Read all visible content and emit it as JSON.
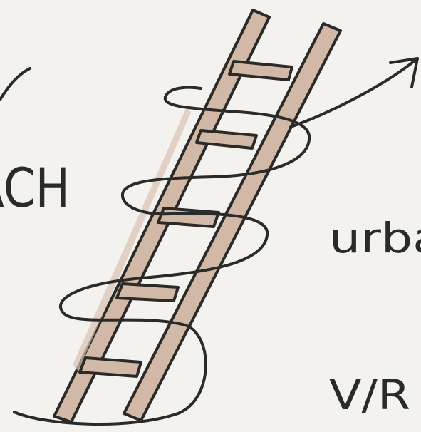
{
  "sketch": {
    "partial_word_left": "ACH",
    "partial_word_right": "urba",
    "label_bottom_right": "V/R",
    "colors": {
      "paper": "#f3f2ef",
      "ink": "#2a2a28",
      "ladder_fill": "#d2b8a6"
    },
    "icons": [
      "ladder-icon",
      "spiral-icon",
      "arrow-icon"
    ]
  }
}
